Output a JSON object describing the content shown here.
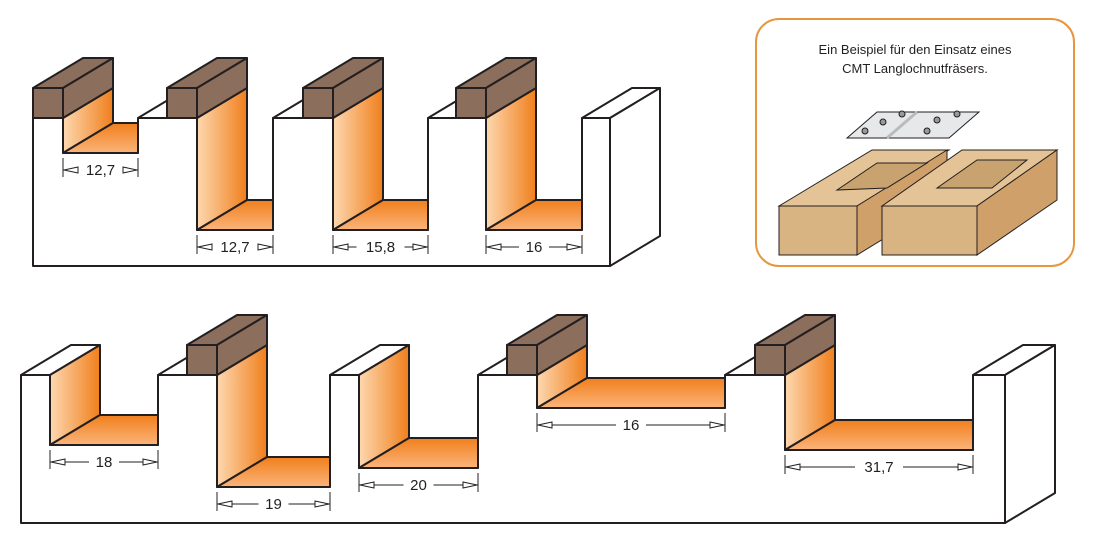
{
  "colors": {
    "outline": "#231f20",
    "orange_dark": "#f07f1c",
    "orange_light": "#fdd8b0",
    "brown": "#8c6e5c",
    "callout_border": "#e8953f",
    "wood": "#d9b483"
  },
  "top_board": {
    "slots": [
      {
        "label": "12,7",
        "has_bit": true
      },
      {
        "label": "12,7",
        "has_bit": true
      },
      {
        "label": "15,8",
        "has_bit": true
      },
      {
        "label": "16",
        "has_bit": true
      }
    ]
  },
  "bottom_board": {
    "slots": [
      {
        "label": "18",
        "has_bit": false
      },
      {
        "label": "19",
        "has_bit": true
      },
      {
        "label": "20",
        "has_bit": false
      },
      {
        "label": "16",
        "has_bit": true
      },
      {
        "label": "31,7",
        "has_bit": true
      }
    ]
  },
  "callout": {
    "line1": "Ein Beispiel für den Einsatz eines",
    "line2": "CMT Langlochnutfräsers."
  }
}
